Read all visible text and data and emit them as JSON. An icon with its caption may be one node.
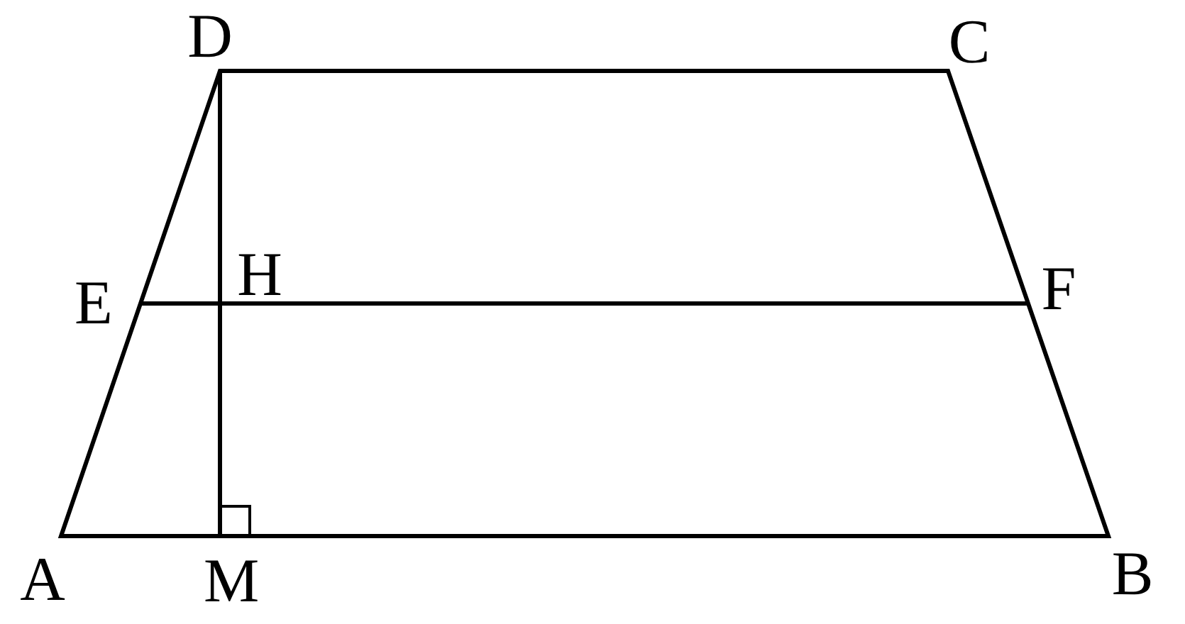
{
  "diagram": {
    "labels": [
      "D",
      "C",
      "E",
      "H",
      "F",
      "A",
      "M",
      "B"
    ]
  }
}
